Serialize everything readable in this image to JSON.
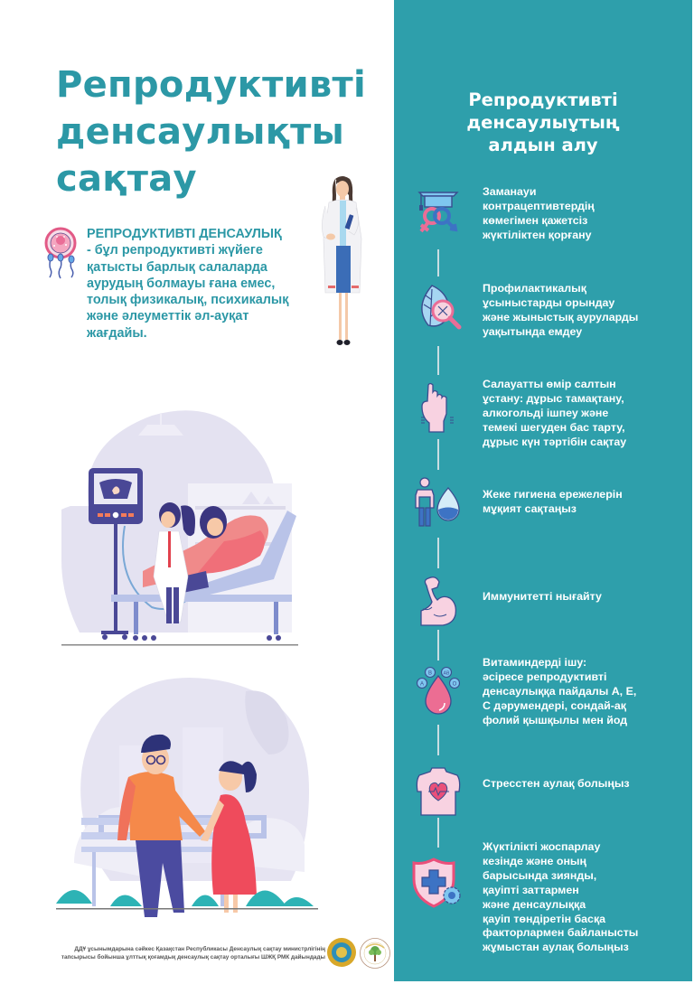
{
  "left": {
    "title_lines": [
      "Репродуктивті",
      "денсаулықты",
      "сақтау"
    ],
    "definition": {
      "term": "РЕПРОДУКТИВТІ ДЕНСАУЛЫҚ",
      "body_lines": [
        "- бұл репродуктивті жүйеге",
        "қатысты барлық салаларда",
        "аурудың болмауы ғана емес,",
        "толық физикалық, психикалық",
        "және әлеуметтік әл-ауқат",
        "жағдайы."
      ],
      "icon": "egg-sperm-icon"
    },
    "illustrations": [
      "doctor-woman-illustration",
      "ultrasound-scene-illustration",
      "couple-park-illustration"
    ],
    "footer_lines": [
      "ДДҰ ұсынымдарына сәйкес Қазақстан Республикасы Денсаулық сақтау министрлігінің",
      "тапсырысы бойынша ұлттық қоғамдық денсаулық сақтау орталығы ШЖҚ РМК дайындады"
    ],
    "logos": [
      "kazakhstan-emblem",
      "ncph-tree-logo"
    ]
  },
  "panel": {
    "background": "#2e9fab",
    "title_lines": [
      "Репродуктивті",
      "денсаулыұтың",
      "алдын алу"
    ],
    "tips": [
      {
        "icon": "gender-education-icon",
        "lines": [
          "Заманауи",
          "контрацептивтердің",
          "көмегімен қажетсіз",
          "жүктіліктен қорғану"
        ]
      },
      {
        "icon": "leaf-dna-magnifier-icon",
        "lines": [
          "Профилактикалық",
          "ұсыныстарды орындау",
          "және жыныстық ауруларды",
          "уақытында емдеу"
        ]
      },
      {
        "icon": "fist-icon",
        "lines": [
          "Салауатты өмір салтын",
          "ұстану: дұрыс тамақтану,",
          "алкогольді ішпеу және",
          "темекі шегуден бас тарту,",
          "дұрыс күн тәртібін сақтау"
        ]
      },
      {
        "icon": "person-water-drop-icon",
        "lines": [
          "Жеке гигиена ережелерін",
          "мұқият сақтаңыз"
        ]
      },
      {
        "icon": "flexed-arm-icon",
        "lines": [
          "Иммунитетті нығайту"
        ]
      },
      {
        "icon": "blood-drop-vitamins-icon",
        "lines": [
          "Витаминдерді ішу:",
          "әсіресе репродуктивті",
          "денсаулыққа пайдалы А, Е,",
          "С дәрумендері, сондай-ақ",
          "фолий қышқылы мен йод"
        ],
        "badges": [
          "A",
          "B",
          "AB",
          "O"
        ]
      },
      {
        "icon": "torso-heart-icon",
        "lines": [
          "Стресстен аулақ болыңыз"
        ]
      },
      {
        "icon": "shield-cross-gear-icon",
        "lines": [
          "Жүктілікті жоспарлау",
          "кезінде және оның",
          "барысында зиянды,",
          "қауіпті заттармен",
          "және денсаулыққа",
          "қауіп төндіретін басқа",
          "факторлармен байланысты",
          "жұмыстан аулақ болыңыз"
        ]
      }
    ]
  }
}
